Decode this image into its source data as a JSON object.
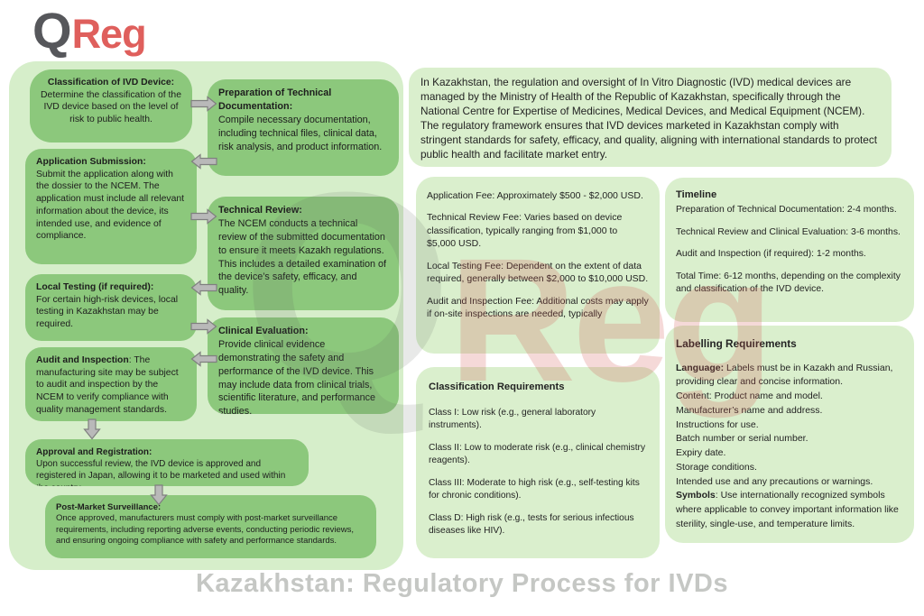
{
  "logo": {
    "q": "Q",
    "reg": "Reg"
  },
  "watermark": {
    "q": "Q",
    "reg": "Reg"
  },
  "footer_title": "Kazakhstan: Regulatory Process for IVDs",
  "flow": {
    "steps": [
      {
        "title": "Classification of IVD Device:",
        "body": "Determine the classification of the IVD device based on the level of risk to public health."
      },
      {
        "title": "Application Submission:",
        "body": "Submit the application along with the dossier to the NCEM. The application must include all relevant information about the device, its intended use, and evidence of compliance."
      },
      {
        "title": "Local Testing (if required):",
        "body": "For certain high-risk devices, local testing in Kazakhstan may be required."
      },
      {
        "title": "Audit and Inspection",
        "body": ": The manufacturing site may be subject to audit and inspection by the NCEM to verify compliance with quality management standards."
      },
      {
        "title": "Approval and Registration:",
        "body": "Upon successful review, the IVD device is approved and registered in Japan, allowing it to be marketed and used within the country."
      },
      {
        "title": "Post-Market Surveillance:",
        "body": "Once approved, manufacturers must comply with post-market surveillance requirements, including reporting adverse events, conducting periodic reviews, and ensuring ongoing compliance with safety and performance standards."
      }
    ],
    "docs_steps": [
      {
        "title": "Preparation of Technical Documentation:",
        "body": "Compile necessary documentation, including technical files, clinical data, risk analysis, and product information."
      },
      {
        "title": "Technical Review:",
        "body": "The NCEM conducts a technical review of the submitted documentation to ensure it meets Kazakh regulations. This includes a detailed examination of the device’s safety, efficacy, and quality."
      },
      {
        "title": "Clinical Evaluation:",
        "body": "Provide clinical evidence demonstrating the safety and performance of the IVD device. This may include data from clinical trials, scientific literature, and performance studies."
      }
    ]
  },
  "intro": {
    "text": "In Kazakhstan, the regulation and oversight of In Vitro Diagnostic (IVD) medical devices are managed by the Ministry of Health of the Republic of Kazakhstan, specifically through the National Centre for Expertise of Medicines, Medical Devices, and Medical Equipment (NCEM). The regulatory framework ensures that IVD devices marketed in Kazakhstan comply with stringent standards for safety, efficacy, and quality, aligning with international standards to protect public health and facilitate market entry."
  },
  "fees": {
    "items": [
      "Application Fee: Approximately $500 - $2,000 USD.",
      "Technical Review Fee: Varies based on device classification, typically ranging from $1,000 to $5,000 USD.",
      "Local Testing Fee: Dependent on the extent of data required, generally between $2,000 to $10,000 USD.",
      "Audit and Inspection Fee: Additional costs may apply if on-site inspections are needed, typically"
    ]
  },
  "timeline": {
    "title": "Timeline",
    "items": [
      "Preparation of Technical Documentation: 2-4 months.",
      "Technical Review and Clinical Evaluation: 3-6 months.",
      "Audit and Inspection (if required): 1-2 months.",
      "Total Time: 6-12 months, depending on the complexity and classification of the IVD device."
    ]
  },
  "classification": {
    "title": "Classification Requirements",
    "items": [
      "Class I: Low risk (e.g., general laboratory instruments).",
      "Class II: Low to moderate risk (e.g., clinical chemistry reagents).",
      "Class III: Moderate to high risk (e.g., self-testing kits for chronic conditions).",
      "Class D: High risk (e.g., tests for serious infectious diseases like HIV)."
    ]
  },
  "labelling": {
    "title": "Labelling Requirements",
    "lines": [
      {
        "b": "Language:",
        "t": " Labels must be in Kazakh and Russian, providing clear and concise information."
      },
      {
        "b": "",
        "t": "Content: Product name and model."
      },
      {
        "b": "",
        "t": "Manufacturer’s name and address."
      },
      {
        "b": "",
        "t": "Instructions for use."
      },
      {
        "b": "",
        "t": "Batch number or serial number."
      },
      {
        "b": "",
        "t": "Expiry date."
      },
      {
        "b": "",
        "t": "Storage conditions."
      },
      {
        "b": "",
        "t": "Intended use and any precautions or warnings."
      },
      {
        "b": "Symbols",
        "t": ": Use internationally recognized symbols where applicable to convey important information like sterility, single-use, and temperature limits."
      }
    ]
  },
  "colors": {
    "step_green": "#8cc87c",
    "panel_green": "#daefcd",
    "container_green": "#d6eeca",
    "logo_red": "#df5f5c",
    "logo_gray": "#56575b",
    "footer_gray": "#c5c7c4",
    "arrow_gray": "#b9b9b9",
    "text_dark": "#1d1d1d"
  }
}
